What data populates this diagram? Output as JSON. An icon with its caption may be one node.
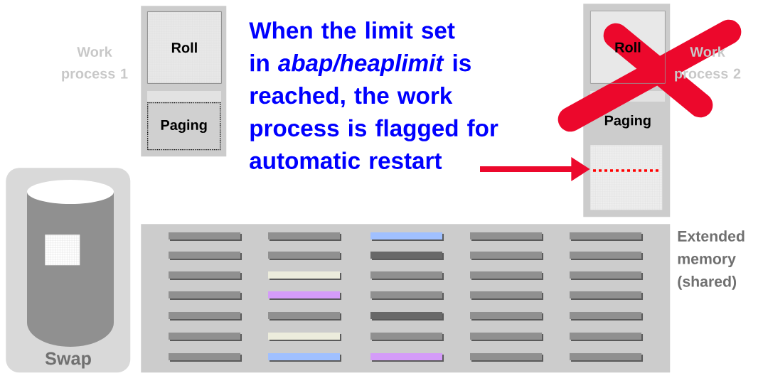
{
  "diagram": {
    "nodes": [
      {
        "text": [],
        "shape": "box",
        "beside": [
          "Work process 1"
        ]
      },
      {
        "text": [
          "Roll"
        ],
        "in": 0
      },
      {
        "text": [
          "Paging"
        ],
        "in": 0
      },
      {
        "text": [],
        "shape": "box",
        "beside": [
          "Work process 2"
        ]
      },
      {
        "text": [
          "Roll"
        ],
        "in": 3
      },
      {
        "text": [
          "Paging"
        ],
        "in": 3
      },
      {
        "text": [],
        "shape": "box",
        "in": 3
      },
      {
        "text": [
          "When the limit set in *abap/heaplimit* is reached, the work process is flagged for automatic restart"
        ]
      },
      {
        "text": [
          "Swap"
        ]
      },
      {
        "text": [],
        "shape": "cylinder",
        "in": 8
      },
      {
        "text": [],
        "shape": "box",
        "in": 9
      },
      {
        "text": [
          "Extended memory (shared)"
        ]
      }
    ],
    "edges": [
      {
        "from": 7,
        "to": 6,
        "arrow": "to"
      }
    ]
  }
}
